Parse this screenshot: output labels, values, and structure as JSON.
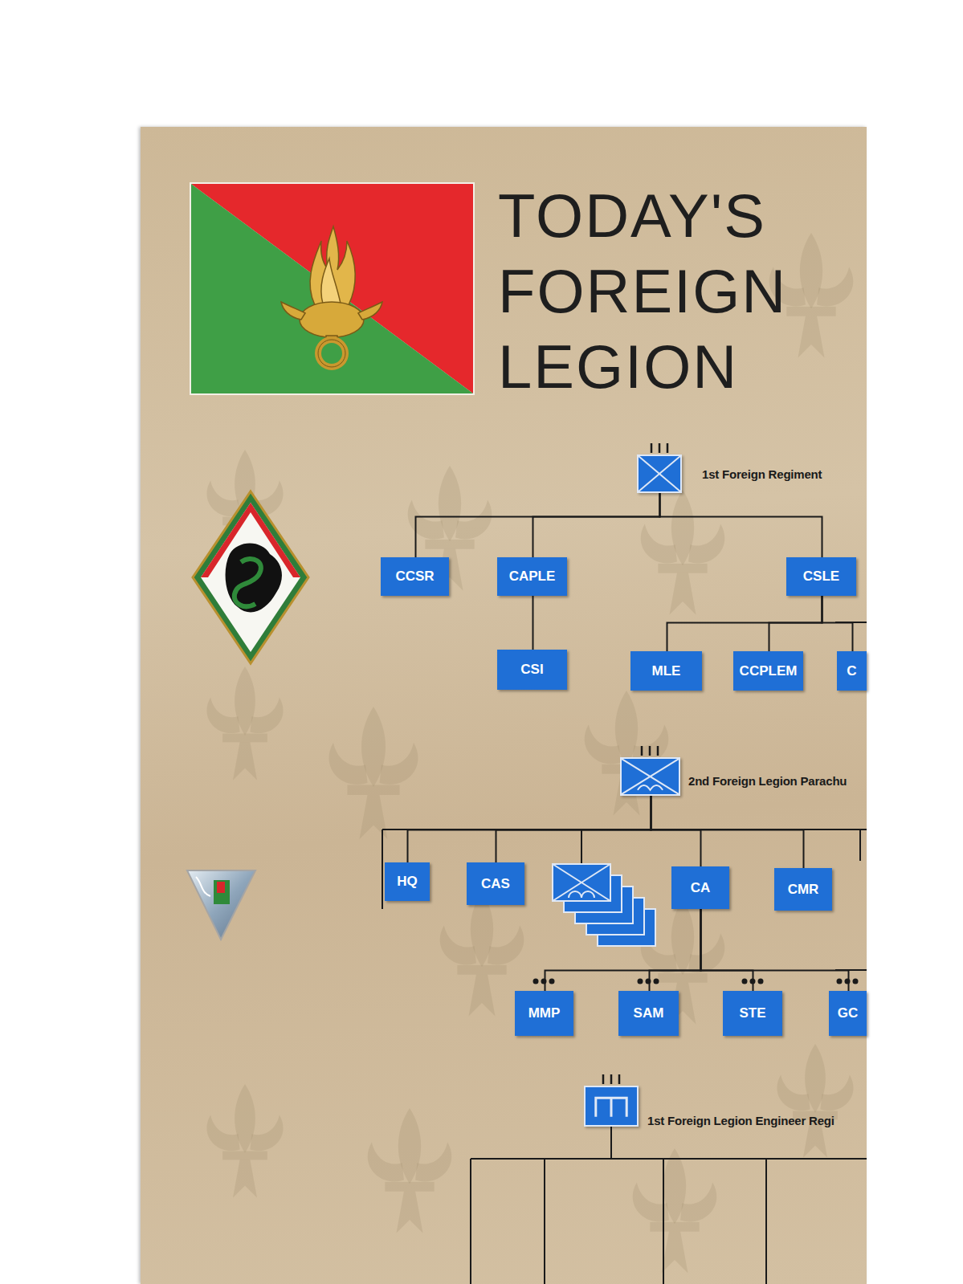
{
  "diagram": {
    "title": "TODAY'S FOREIGN LEGION",
    "nodes": [
      {
        "text": [
          "1st Foreign Regiment"
        ]
      },
      {
        "text": [
          "CCSR"
        ]
      },
      {
        "text": [
          "CAPLE"
        ]
      },
      {
        "text": [
          "CSLE"
        ]
      },
      {
        "text": [
          "CSI"
        ]
      },
      {
        "text": [
          "MLE"
        ]
      },
      {
        "text": [
          "CCPLEM"
        ]
      },
      {
        "text": [
          "C"
        ]
      },
      {
        "text": [
          "2nd Foreign Legion Parachu"
        ]
      },
      {
        "text": [
          "HQ"
        ]
      },
      {
        "text": [
          "CAS"
        ]
      },
      {
        "text": [
          "CA"
        ]
      },
      {
        "text": [
          "CMR"
        ]
      },
      {
        "text": [
          "MMP"
        ]
      },
      {
        "text": [
          "SAM"
        ]
      },
      {
        "text": [
          "STE"
        ]
      },
      {
        "text": [
          "GC"
        ]
      },
      {
        "text": [
          "1st Foreign Legion Engineer Regi"
        ]
      }
    ],
    "edges": [
      {
        "from": 0,
        "to": 1,
        "arrow": "none"
      },
      {
        "from": 0,
        "to": 2,
        "arrow": "none"
      },
      {
        "from": 0,
        "to": 3,
        "arrow": "none"
      },
      {
        "from": 2,
        "to": 4,
        "arrow": "none"
      },
      {
        "from": 3,
        "to": 5,
        "arrow": "none"
      },
      {
        "from": 3,
        "to": 6,
        "arrow": "none"
      },
      {
        "from": 3,
        "to": 7,
        "arrow": "none"
      },
      {
        "from": 8,
        "to": 9,
        "arrow": "none"
      },
      {
        "from": 8,
        "to": 10,
        "arrow": "none"
      },
      {
        "from": 8,
        "to": 11,
        "arrow": "none"
      },
      {
        "from": 8,
        "to": 12,
        "arrow": "none"
      },
      {
        "from": 11,
        "to": 13,
        "arrow": "none"
      },
      {
        "from": 11,
        "to": 14,
        "arrow": "none"
      },
      {
        "from": 11,
        "to": 15,
        "arrow": "none"
      },
      {
        "from": 11,
        "to": 16,
        "arrow": "none"
      }
    ]
  }
}
